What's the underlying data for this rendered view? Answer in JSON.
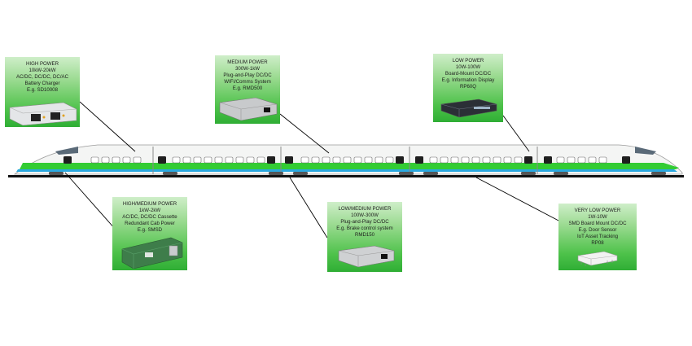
{
  "colors": {
    "card_gradient_top": "#cfeec9",
    "card_gradient_bottom": "#2fae35",
    "train_stripe_green": "#33cc33",
    "train_stripe_blue": "#2aa8e0",
    "leader_line": "#000000"
  },
  "categories": [
    {
      "id": "high-power",
      "lines": [
        "HIGH POWER",
        "10kW-20kW",
        "AC/DC, DC/DC, DC/AC",
        "Battery Charger",
        "E.g. SD10008"
      ],
      "product_image": "rack-converter-icon"
    },
    {
      "id": "medium-power",
      "lines": [
        "MEDIUM POWER",
        "300W-1kW",
        "Plug-and-Play DC/DC",
        "WIFI/Comms System",
        "E.g. RMD500"
      ],
      "product_image": "enclosed-converter-icon"
    },
    {
      "id": "low-power",
      "lines": [
        "LOW POWER",
        "10W-100W",
        "Board-Mount DC/DC",
        "E.g. Information Display",
        "RP60Q"
      ],
      "product_image": "brick-module-icon"
    },
    {
      "id": "high-medium-power",
      "lines": [
        "HIGH/MEDIUM POWER",
        "1kW-2kW",
        "AC/DC, DC/DC Cassette",
        "Redundant Cab Power",
        "E.g. SMSD"
      ],
      "product_image": "cassette-module-icon"
    },
    {
      "id": "low-medium-power",
      "lines": [
        "LOW/MEDIUM POWER",
        "100W-300W",
        "Plug-and-Play DC/DC",
        "E.g. Brake control system",
        "RMD150"
      ],
      "product_image": "enclosed-converter-small-icon"
    },
    {
      "id": "very-low-power",
      "lines": [
        "VERY LOW POWER",
        "1W-10W",
        "SMD Board Mount DC/DC",
        "E.g. Door Sensor",
        "IoT Asset Tracking",
        "RP08"
      ],
      "product_image": "smd-module-icon"
    }
  ],
  "train": {
    "cars": 5,
    "icon": "high-speed-train-icon"
  }
}
